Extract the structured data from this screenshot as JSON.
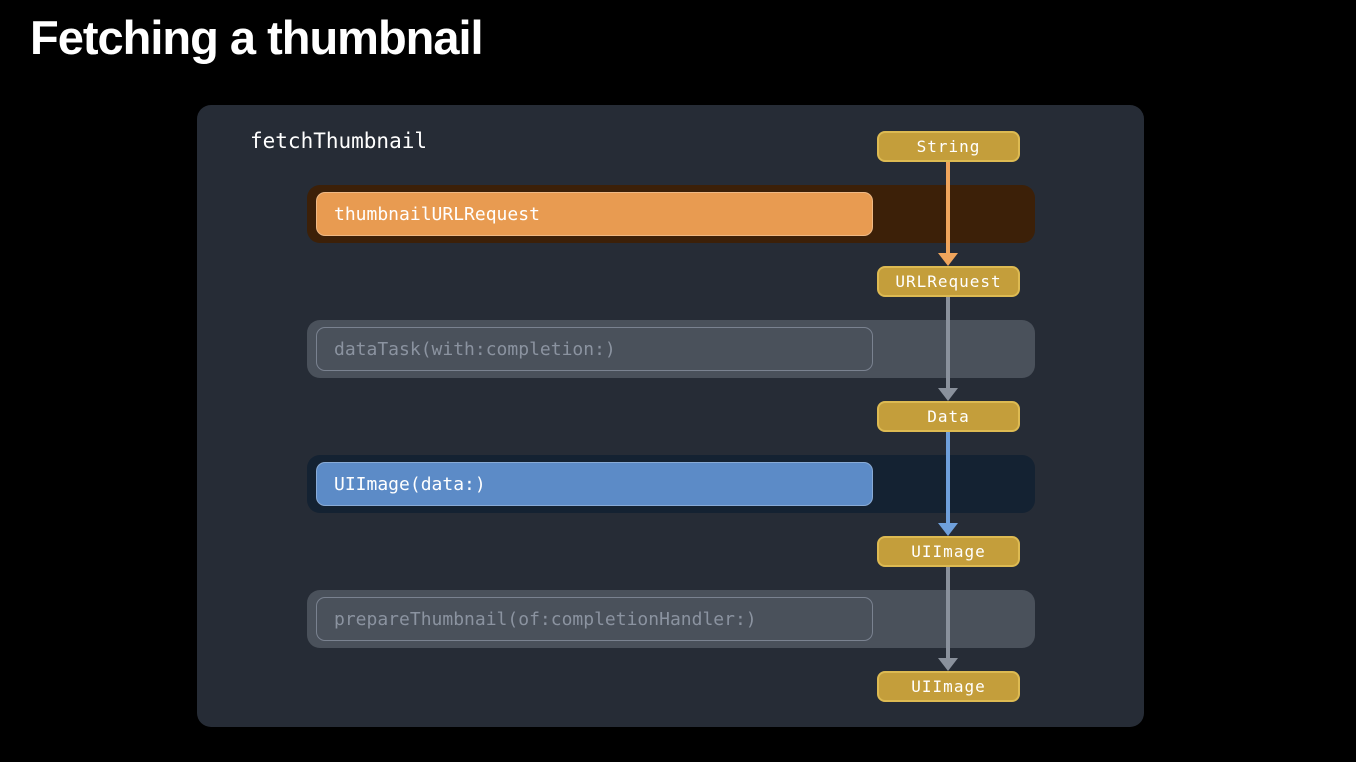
{
  "slide": {
    "title": "Fetching a thumbnail"
  },
  "diagram": {
    "function_label": "fetchThumbnail",
    "rows": [
      {
        "label": "thumbnailURLRequest",
        "state": "active",
        "track_color": "#3C2008",
        "fill_color": "#E89B51"
      },
      {
        "label": "dataTask(with:completion:)",
        "state": "pending",
        "track_color": "#4A515B",
        "fill_color": "transparent"
      },
      {
        "label": "UIImage(data:)",
        "state": "active",
        "track_color": "#142232",
        "fill_color": "#5C8BC7"
      },
      {
        "label": "prepareThumbnail(of:completionHandler:)",
        "state": "pending",
        "track_color": "#4A515B",
        "fill_color": "transparent"
      }
    ],
    "type_badges": [
      {
        "label": "String"
      },
      {
        "label": "URLRequest"
      },
      {
        "label": "Data"
      },
      {
        "label": "UIImage"
      },
      {
        "label": "UIImage"
      }
    ],
    "arrows": [
      {
        "from": "String",
        "to": "URLRequest",
        "color": "#F0A55C"
      },
      {
        "from": "URLRequest",
        "to": "Data",
        "color": "#8A919C"
      },
      {
        "from": "Data",
        "to": "UIImage",
        "color": "#6FA0DC"
      },
      {
        "from": "UIImage",
        "to": "UIImage",
        "color": "#8A919C"
      }
    ],
    "colors": {
      "background": "#000000",
      "panel": "#262C36",
      "badge_background": "#C49E3B",
      "badge_border": "#DDBA52"
    }
  }
}
